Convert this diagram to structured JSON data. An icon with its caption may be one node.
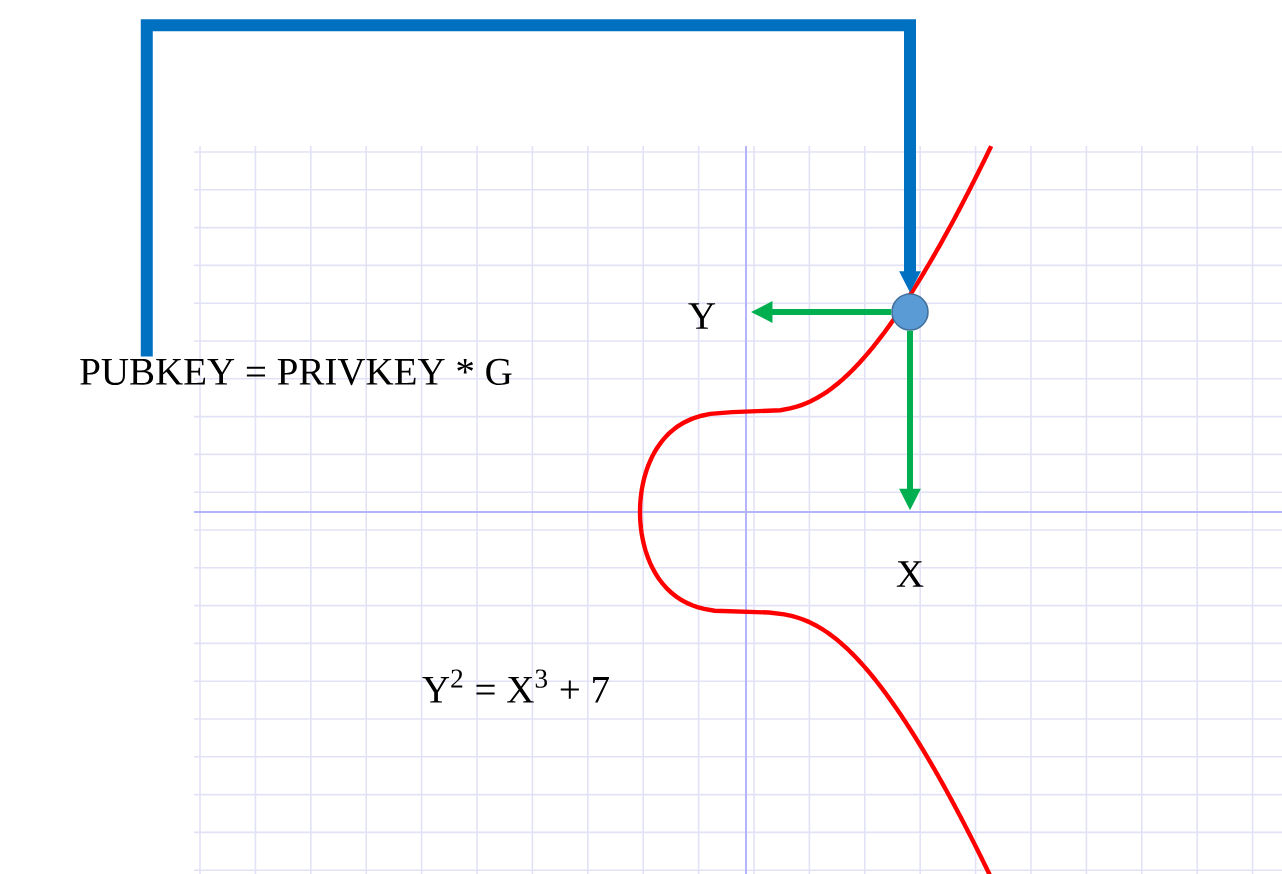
{
  "diagram": {
    "nodes": [
      {
        "text": [
          "PUBKEY = PRIVKEY * G"
        ]
      },
      {
        "text": [],
        "shape": "circle"
      },
      {
        "text": [
          "Y"
        ]
      },
      {
        "text": [
          "X"
        ]
      }
    ],
    "edges": [
      {
        "from": 0,
        "to": 1,
        "arrow": "to",
        "style": "thick",
        "color": "#0070c0"
      },
      {
        "from": 1,
        "to": 2,
        "arrow": "to"
      },
      {
        "from": 1,
        "to": 3,
        "arrow": "to"
      }
    ],
    "labels": [
      "Y$^{2}$ = X$^{3}$ + 7"
    ]
  }
}
